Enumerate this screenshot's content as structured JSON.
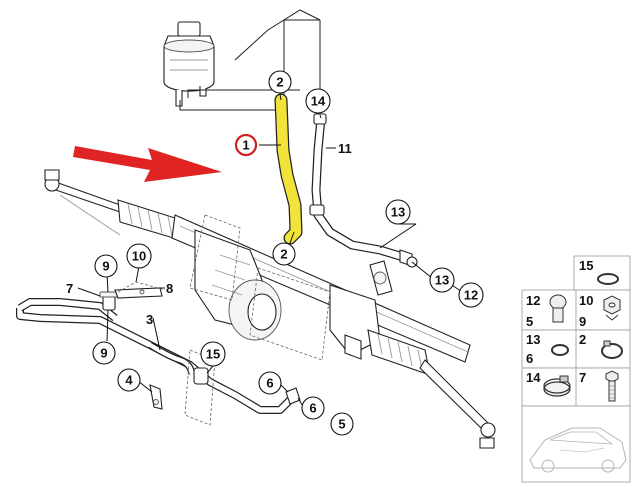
{
  "colors": {
    "highlight_hose": "#f2e33a",
    "arrow": "#e02424",
    "highlight_ring": "#d01f1f"
  },
  "callouts": [
    {
      "id": "c1",
      "label": "1",
      "highlighted": true
    },
    {
      "id": "c2a",
      "label": "2"
    },
    {
      "id": "c2b",
      "label": "2"
    },
    {
      "id": "c14",
      "label": "14"
    },
    {
      "id": "c13a",
      "label": "13"
    },
    {
      "id": "c13b",
      "label": "13"
    },
    {
      "id": "c12",
      "label": "12"
    },
    {
      "id": "c10",
      "label": "10"
    },
    {
      "id": "c9a",
      "label": "9"
    },
    {
      "id": "c9b",
      "label": "9"
    },
    {
      "id": "c15",
      "label": "15"
    },
    {
      "id": "c4",
      "label": "4"
    },
    {
      "id": "c6a",
      "label": "6"
    },
    {
      "id": "c6b",
      "label": "6"
    },
    {
      "id": "c5",
      "label": "5"
    }
  ],
  "plain_labels": {
    "l11": "11",
    "l7": "7",
    "l8": "8",
    "l3": "3"
  },
  "legend": {
    "items": [
      {
        "id": "p15",
        "numbers": [
          "15"
        ],
        "icon": "o-ring-icon"
      },
      {
        "id": "p12_5",
        "numbers": [
          "12",
          "5"
        ],
        "icon": "banjo-bolt-icon"
      },
      {
        "id": "p10_9",
        "numbers": [
          "10",
          "9"
        ],
        "icon": "hex-nut-icon"
      },
      {
        "id": "p13_6",
        "numbers": [
          "13",
          "6"
        ],
        "icon": "sealing-ring-icon"
      },
      {
        "id": "p2",
        "numbers": [
          "2"
        ],
        "icon": "hose-clamp-icon"
      },
      {
        "id": "p14",
        "numbers": [
          "14"
        ],
        "icon": "band-clamp-icon"
      },
      {
        "id": "p7",
        "numbers": [
          "7"
        ],
        "icon": "bolt-icon"
      }
    ]
  }
}
